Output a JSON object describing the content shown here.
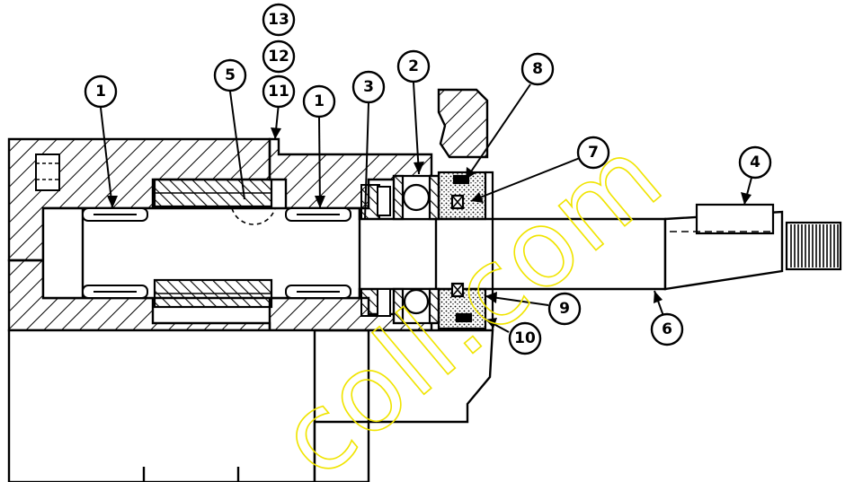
{
  "diagram": {
    "callouts": [
      "13",
      "12",
      "11",
      "5",
      "1",
      "1",
      "3",
      "2",
      "8",
      "7",
      "4",
      "9",
      "10",
      "6"
    ],
    "watermark": "coll.com"
  },
  "colors": {
    "line": "#000000",
    "watermark": "#f0e400",
    "background": "#ffffff"
  }
}
